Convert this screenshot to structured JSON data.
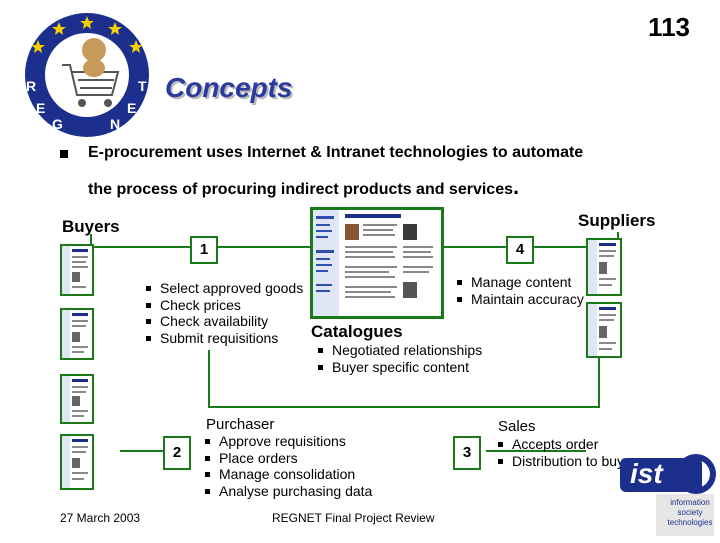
{
  "slide_number": "113",
  "title": "Concepts",
  "intro": {
    "line1": "E-procurement uses Internet & Intranet technologies to automate",
    "line2": "the process of procuring indirect products and services",
    "period": "."
  },
  "buyers_label": "Buyers",
  "suppliers_label": "Suppliers",
  "catalogues": {
    "heading": "Catalogues",
    "bullets": [
      "Negotiated relationships",
      "Buyer specific content"
    ]
  },
  "step1": {
    "number": "1",
    "bullets": [
      "Select approved goods",
      "Check prices",
      "Check availability",
      "Submit requisitions"
    ]
  },
  "step4": {
    "number": "4",
    "bullets": [
      "Manage content",
      "Maintain accuracy"
    ]
  },
  "step2": {
    "number": "2",
    "heading": "Purchaser",
    "bullets": [
      "Approve requisitions",
      "Place orders",
      "Manage consolidation",
      "Analyse purchasing data"
    ]
  },
  "step3": {
    "number": "3",
    "heading": "Sales",
    "bullets": [
      "Accepts order",
      "Distribution to buyer"
    ]
  },
  "footer": {
    "date": "27 March 2003",
    "center": "REGNET Final Project Review"
  },
  "logos": {
    "regnet_letters": [
      "R",
      "E",
      "G",
      "N",
      "E",
      "T"
    ],
    "ist_text": "ist",
    "ist_sub": [
      "information",
      "society",
      "technologies"
    ]
  },
  "colors": {
    "title": "#2a3a9e",
    "frame_green": "#1a7a1a",
    "regnet_blue": "#1c2f8c",
    "star_yellow": "#f5d000"
  }
}
